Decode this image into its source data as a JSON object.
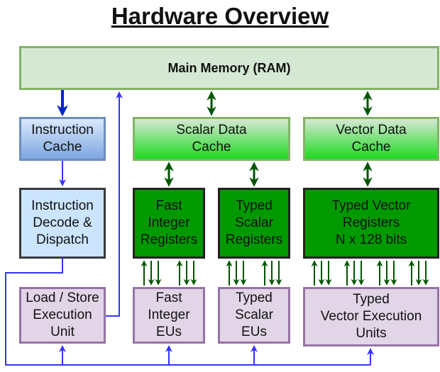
{
  "title": "Hardware Overview",
  "blocks": {
    "main_memory": {
      "lines": [
        "Main Memory (RAM)"
      ]
    },
    "instruction_cache": {
      "lines": [
        "Instruction",
        "Cache"
      ]
    },
    "scalar_data_cache": {
      "lines": [
        "Scalar Data",
        "Cache"
      ]
    },
    "vector_data_cache": {
      "lines": [
        "Vector Data",
        "Cache"
      ]
    },
    "instruction_decode": {
      "lines": [
        "Instruction",
        "Decode &",
        "Dispatch"
      ]
    },
    "fast_integer_registers": {
      "lines": [
        "Fast",
        "Integer",
        "Registers"
      ]
    },
    "typed_scalar_registers": {
      "lines": [
        "Typed",
        "Scalar",
        "Registers"
      ]
    },
    "typed_vector_registers": {
      "lines": [
        "Typed Vector",
        "Registers",
        "N x 128 bits"
      ]
    },
    "load_store_unit": {
      "lines": [
        "Load / Store",
        "Execution",
        "Unit"
      ]
    },
    "fast_integer_eus": {
      "lines": [
        "Fast",
        "Integer",
        "EUs"
      ]
    },
    "typed_scalar_eus": {
      "lines": [
        "Typed",
        "Scalar",
        "EUs"
      ]
    },
    "typed_vector_eus": {
      "lines": [
        "Typed",
        "Vector Execution",
        "Units"
      ]
    }
  },
  "colors": {
    "memory_fill": "#d5e8d4",
    "memory_stroke": "#82b366",
    "register_fill": "#009900",
    "eu_fill": "#e1d5e7",
    "eu_stroke": "#9673a6",
    "instruction_path": "#0022cc",
    "dispatch_path": "#3333ff",
    "data_path": "#005500"
  }
}
